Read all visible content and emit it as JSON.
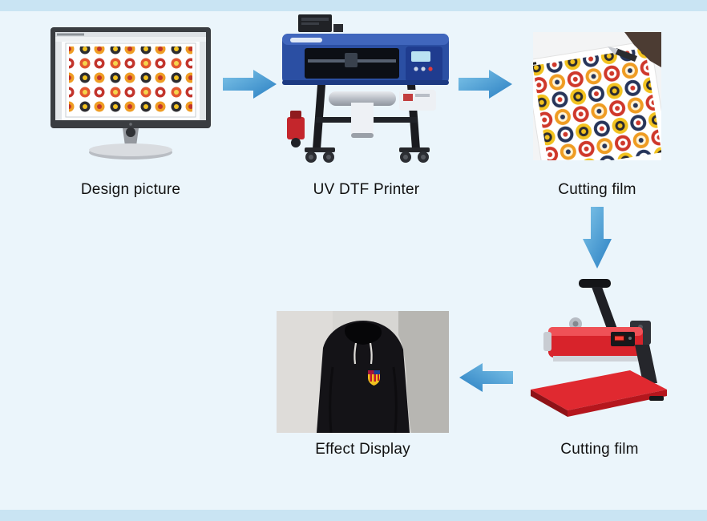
{
  "page": {
    "background": "#ebf5fb",
    "border_band": "#c9e4f3"
  },
  "steps": [
    {
      "id": "design-picture",
      "label": "Design picture",
      "illustration": "computer-monitor-with-sticker-design-software"
    },
    {
      "id": "uv-dtf-printer",
      "label": "UV DTF Printer",
      "illustration": "uv-dtf-roll-printer-machine"
    },
    {
      "id": "cutting-film",
      "label": "Cutting film",
      "illustration": "hand-cutting-printed-sticker-film"
    },
    {
      "id": "heat-press",
      "label": "Cutting film",
      "illustration": "red-heat-press-machine"
    },
    {
      "id": "effect-display",
      "label": "Effect Display",
      "illustration": "black-hoodie-with-transferred-crest"
    }
  ],
  "arrows": [
    {
      "icon": "arrow-right-icon",
      "from": "design-picture",
      "to": "uv-dtf-printer"
    },
    {
      "icon": "arrow-right-icon",
      "from": "uv-dtf-printer",
      "to": "cutting-film"
    },
    {
      "icon": "arrow-down-icon",
      "from": "cutting-film",
      "to": "heat-press"
    },
    {
      "icon": "arrow-left-icon",
      "from": "heat-press",
      "to": "effect-display"
    }
  ],
  "colors": {
    "arrow_gradient_start": "#7fc5e9",
    "arrow_gradient_end": "#2a7fc2",
    "label_text": "#111111",
    "printer_blue": "#2b4fa3",
    "heat_press_red": "#d8232b"
  }
}
